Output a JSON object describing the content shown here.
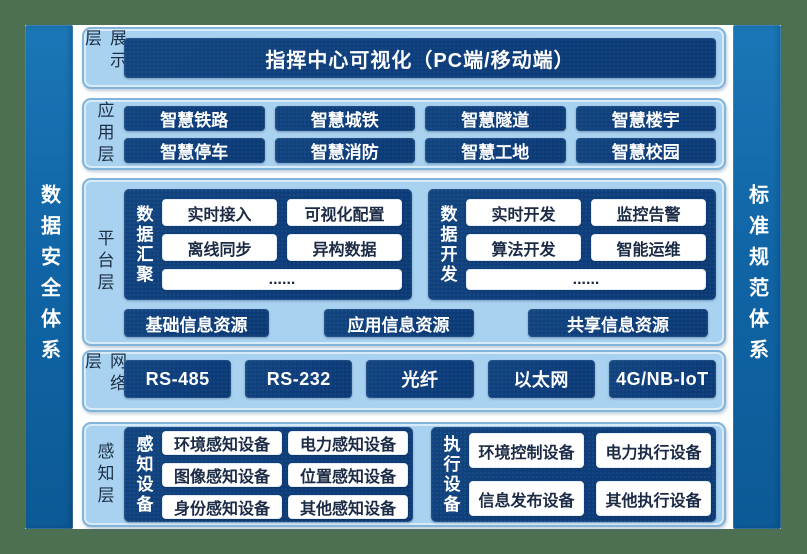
{
  "colors": {
    "frame_green": "#4d7053",
    "panel_blue": "#a9d2f0",
    "panel_border": "#82b4da",
    "navy_box": "#0d3d7b",
    "pillar_blue": "#1065a6",
    "white_box_text": "#1c2b45"
  },
  "pillars": {
    "left": "数据安全体系",
    "right": "标准规范体系"
  },
  "layers": {
    "display": {
      "label": "展示层",
      "hero": "指挥中心可视化（PC端/移动端）"
    },
    "application": {
      "label": "应用层",
      "items": [
        "智慧铁路",
        "智慧城铁",
        "智慧隧道",
        "智慧楼宇",
        "智慧停车",
        "智慧消防",
        "智慧工地",
        "智慧校园"
      ]
    },
    "platform": {
      "label": "平台层",
      "groups": [
        {
          "label": "数据汇聚",
          "items": [
            "实时接入",
            "可视化配置",
            "离线同步",
            "异构数据",
            "......"
          ]
        },
        {
          "label": "数据开发",
          "items": [
            "实时开发",
            "监控告警",
            "算法开发",
            "智能运维",
            "......"
          ]
        }
      ],
      "resources": [
        "基础信息资源",
        "应用信息资源",
        "共享信息资源"
      ]
    },
    "network": {
      "label": "网络层",
      "items": [
        "RS-485",
        "RS-232",
        "光纤",
        "以太网",
        "4G/NB-IoT"
      ]
    },
    "perception": {
      "label": "感知层",
      "groups": [
        {
          "label": "感知设备",
          "items": [
            "环境感知设备",
            "电力感知设备",
            "图像感知设备",
            "位置感知设备",
            "身份感知设备",
            "其他感知设备"
          ]
        },
        {
          "label": "执行设备",
          "items": [
            "环境控制设备",
            "电力执行设备",
            "信息发布设备",
            "其他执行设备"
          ]
        }
      ]
    }
  }
}
